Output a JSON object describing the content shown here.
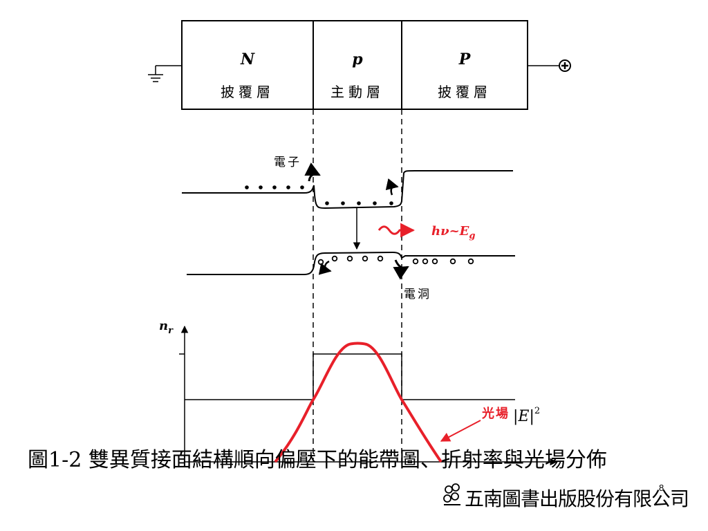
{
  "layers": [
    {
      "letter": "N",
      "name": "披覆層"
    },
    {
      "letter": "p",
      "name": "主動層"
    },
    {
      "letter": "P",
      "name": "披覆層"
    }
  ],
  "band_labels": {
    "electron": "電子",
    "hole": "電洞"
  },
  "photon_label": {
    "main": "hν~E",
    "sub": "g"
  },
  "plot": {
    "ylabel_main": "n",
    "ylabel_sub": "r",
    "field_label": "光場",
    "field_expr": "|E|",
    "field_power": "2"
  },
  "caption": "圖1-2 雙異質接面結構順向偏壓下的能帶圖、折射率與光場分佈",
  "page_number": "8",
  "publisher": "五南圖書出版股份有限公司",
  "colors": {
    "accent": "#e8202a",
    "line": "#000000"
  },
  "icons": {
    "ground": "ground-icon",
    "positive_terminal": "plus-circle-icon",
    "logo": "publisher-logo-icon"
  }
}
